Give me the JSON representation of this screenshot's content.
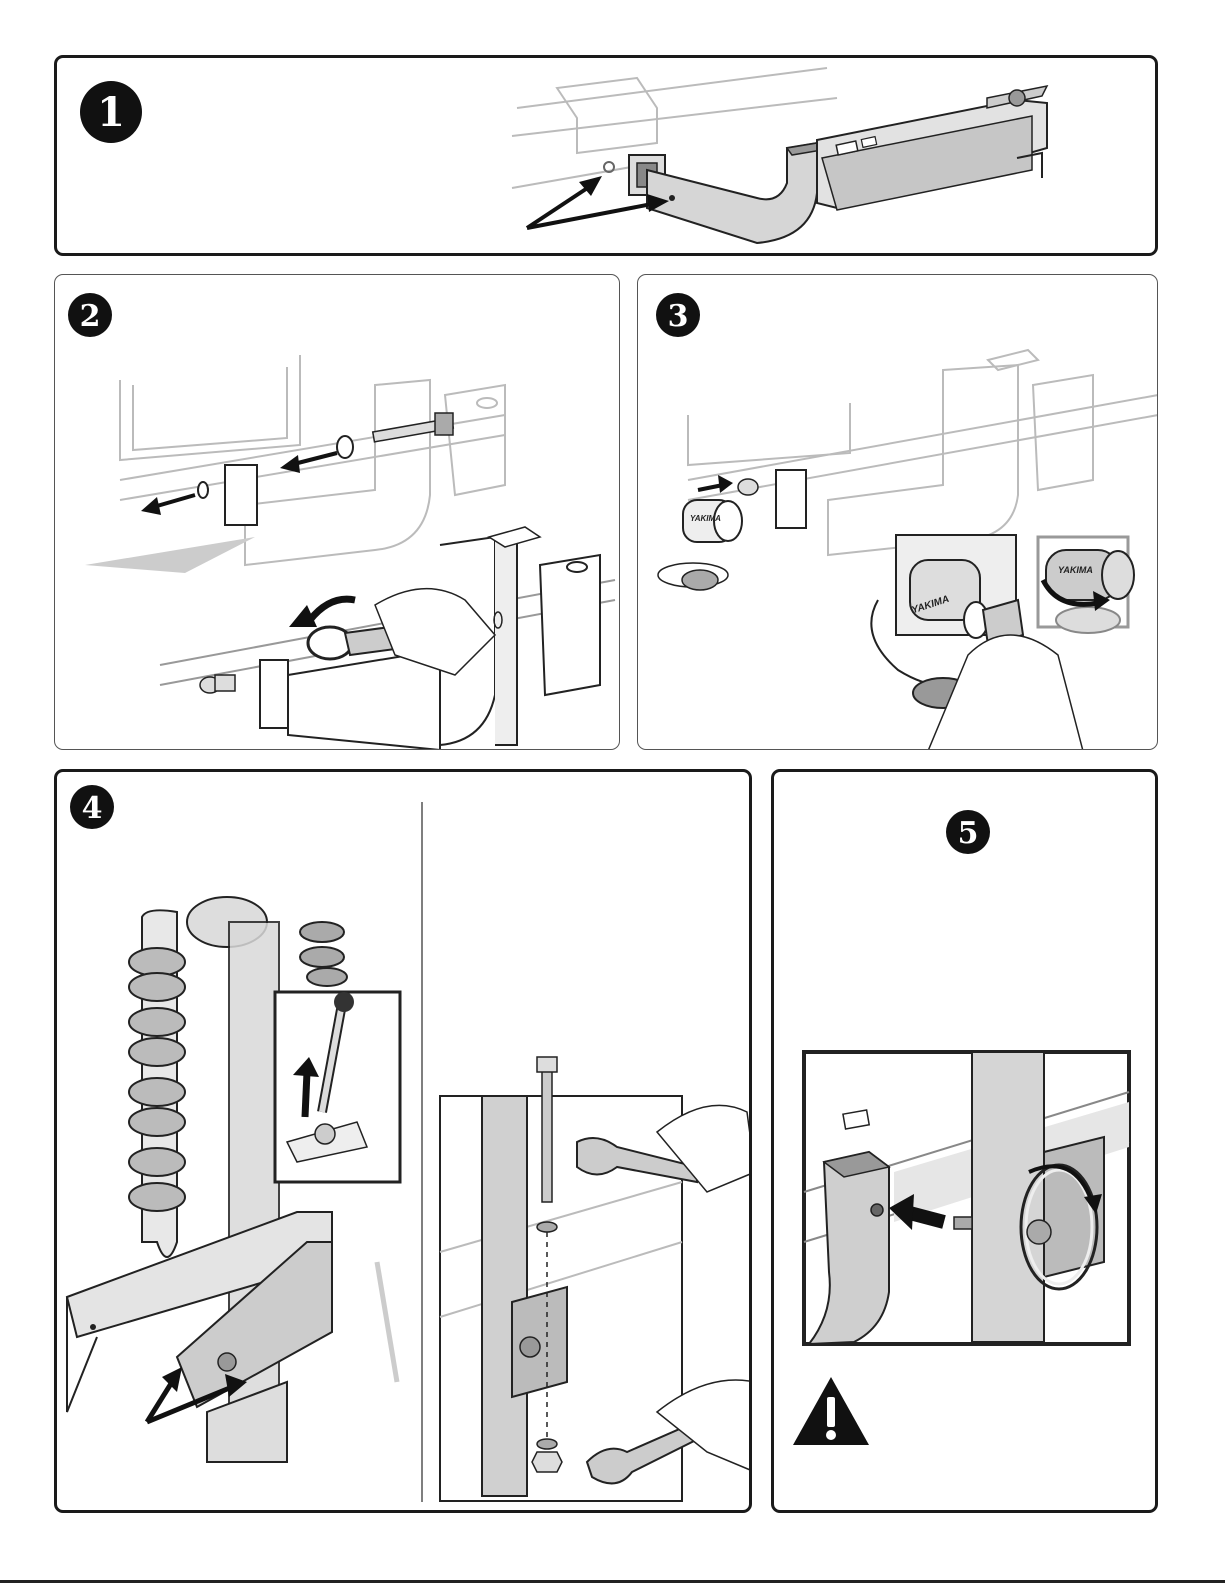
{
  "steps": [
    {
      "number": "1"
    },
    {
      "number": "2"
    },
    {
      "number": "3"
    },
    {
      "number": "4"
    },
    {
      "number": "5"
    }
  ],
  "brand_label": "YAKIMA",
  "colors": {
    "line": "#1a1a1a",
    "ghost": "#b8b8b8",
    "metal_light": "#d9d9d9",
    "metal_mid": "#bdbdbd",
    "metal_dark": "#8f8f8f",
    "warning_fill": "#111111"
  },
  "icons": [
    "step-number-badge",
    "arrow-icon",
    "rotate-arrow-icon",
    "warning-icon"
  ]
}
